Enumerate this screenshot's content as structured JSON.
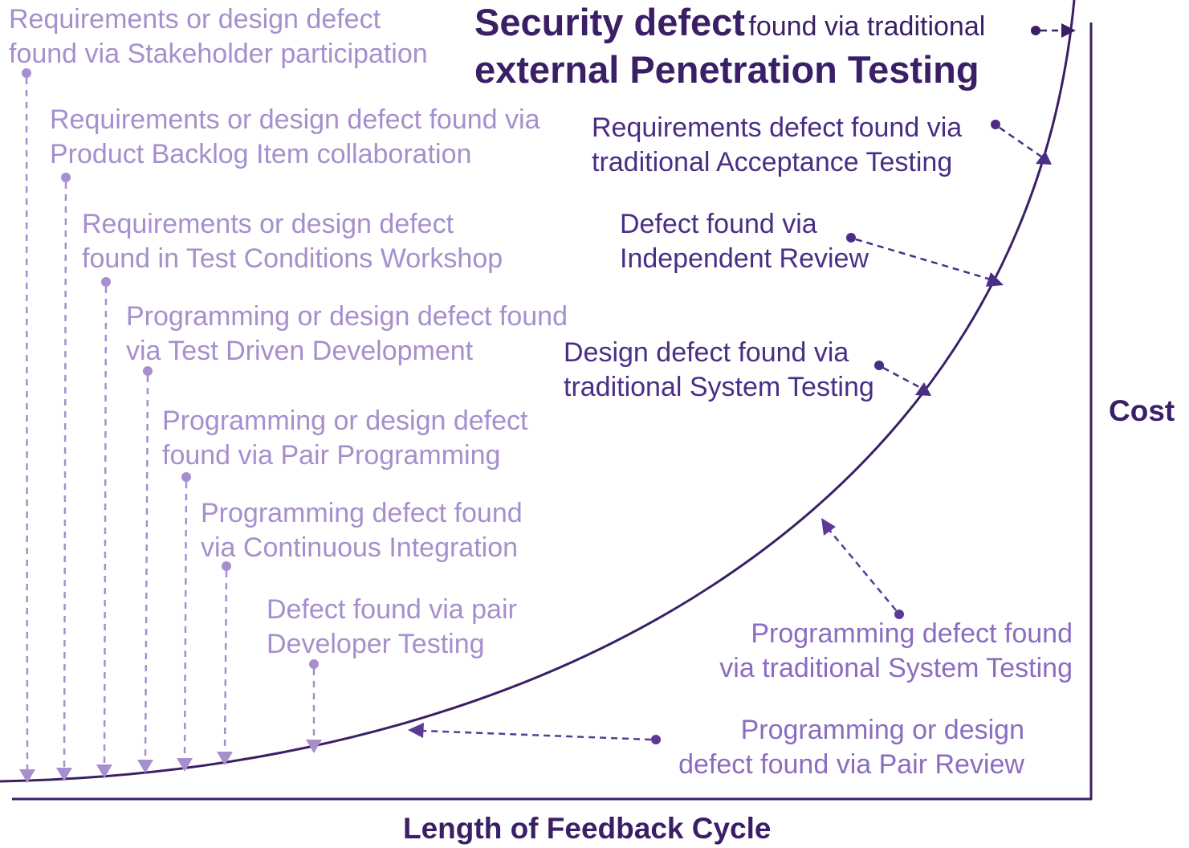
{
  "title": {
    "bold_lead": "Security defect",
    "normal_tail": "found via traditional",
    "line2": "external Penetration Testing"
  },
  "axes": {
    "x_label": "Length of Feedback Cycle",
    "y_label": "Cost"
  },
  "left_annotations": [
    {
      "line1": "Requirements or design defect",
      "line2": "found via Stakeholder participation"
    },
    {
      "line1": "Requirements or design defect found via",
      "line2": "Product Backlog Item collaboration"
    },
    {
      "line1": "Requirements or design defect",
      "line2": "found in Test Conditions Workshop"
    },
    {
      "line1": "Programming or design defect found",
      "line2": "via Test Driven Development"
    },
    {
      "line1": "Programming or design defect",
      "line2": "found via Pair Programming"
    },
    {
      "line1": "Programming defect found",
      "line2": "via Continuous Integration"
    },
    {
      "line1": "Defect found via pair",
      "line2": "Developer Testing"
    }
  ],
  "right_annotations": [
    {
      "line1": "Requirements defect found via",
      "line2": "traditional Acceptance Testing"
    },
    {
      "line1": "Defect found via",
      "line2": "Independent Review"
    },
    {
      "line1": "Design defect found via",
      "line2": "traditional System Testing"
    },
    {
      "line1": "Programming defect found",
      "line2": "via traditional System Testing"
    },
    {
      "line1": "Programming or design",
      "line2": "defect found via Pair Review"
    }
  ],
  "colors": {
    "curve": "#3a1f66",
    "early_feedback": "#a68fcc",
    "late_feedback": "#5a3a96"
  }
}
